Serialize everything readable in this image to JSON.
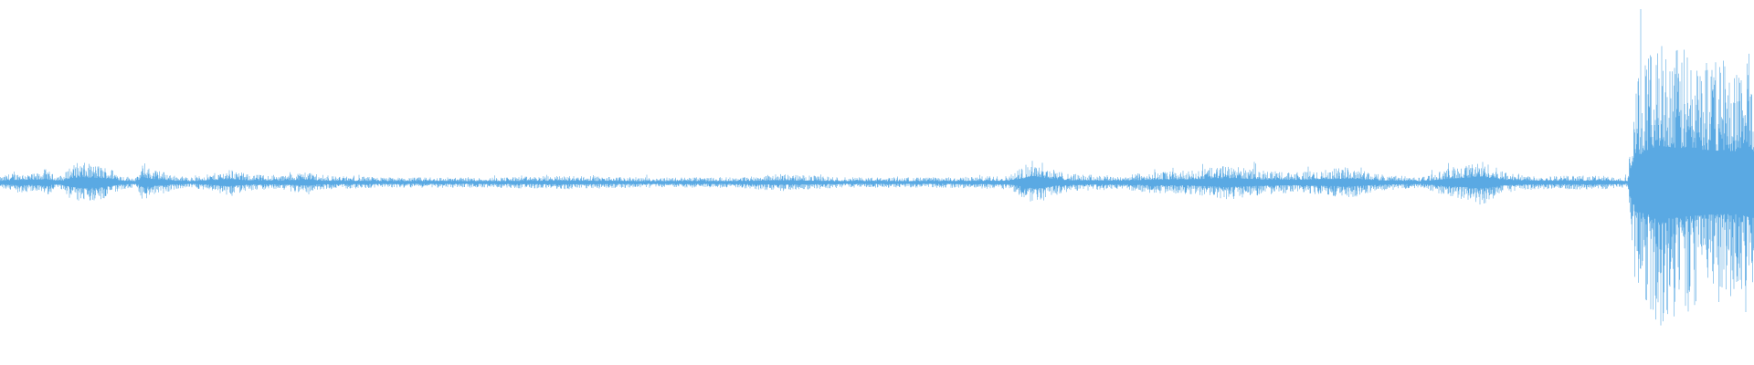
{
  "waveform": {
    "color": "#5aa9e3",
    "background": "#ffffff",
    "center_line": true,
    "amplitude_profile": [
      [
        0.0,
        0.03
      ],
      [
        0.005,
        0.05
      ],
      [
        0.012,
        0.06
      ],
      [
        0.02,
        0.05
      ],
      [
        0.026,
        0.08
      ],
      [
        0.03,
        0.05
      ],
      [
        0.036,
        0.04
      ],
      [
        0.04,
        0.1
      ],
      [
        0.045,
        0.12
      ],
      [
        0.05,
        0.11
      ],
      [
        0.058,
        0.1
      ],
      [
        0.064,
        0.08
      ],
      [
        0.07,
        0.04
      ],
      [
        0.078,
        0.03
      ],
      [
        0.082,
        0.12
      ],
      [
        0.086,
        0.08
      ],
      [
        0.092,
        0.07
      ],
      [
        0.1,
        0.04
      ],
      [
        0.11,
        0.03
      ],
      [
        0.125,
        0.06
      ],
      [
        0.132,
        0.08
      ],
      [
        0.14,
        0.05
      ],
      [
        0.16,
        0.04
      ],
      [
        0.176,
        0.07
      ],
      [
        0.182,
        0.04
      ],
      [
        0.22,
        0.03
      ],
      [
        0.28,
        0.03
      ],
      [
        0.325,
        0.04
      ],
      [
        0.36,
        0.03
      ],
      [
        0.42,
        0.03
      ],
      [
        0.445,
        0.05
      ],
      [
        0.48,
        0.03
      ],
      [
        0.54,
        0.03
      ],
      [
        0.575,
        0.04
      ],
      [
        0.59,
        0.14
      ],
      [
        0.6,
        0.08
      ],
      [
        0.61,
        0.05
      ],
      [
        0.64,
        0.04
      ],
      [
        0.655,
        0.06
      ],
      [
        0.68,
        0.07
      ],
      [
        0.7,
        0.1
      ],
      [
        0.72,
        0.07
      ],
      [
        0.74,
        0.06
      ],
      [
        0.76,
        0.08
      ],
      [
        0.77,
        0.09
      ],
      [
        0.785,
        0.05
      ],
      [
        0.81,
        0.03
      ],
      [
        0.825,
        0.08
      ],
      [
        0.845,
        0.13
      ],
      [
        0.858,
        0.06
      ],
      [
        0.875,
        0.04
      ],
      [
        0.915,
        0.04
      ],
      [
        0.928,
        0.03
      ],
      [
        0.932,
        0.58
      ],
      [
        0.945,
        0.85
      ],
      [
        0.96,
        0.78
      ],
      [
        0.975,
        0.74
      ],
      [
        0.99,
        0.72
      ],
      [
        0.998,
        0.8
      ],
      [
        1.0,
        0.72
      ]
    ]
  }
}
